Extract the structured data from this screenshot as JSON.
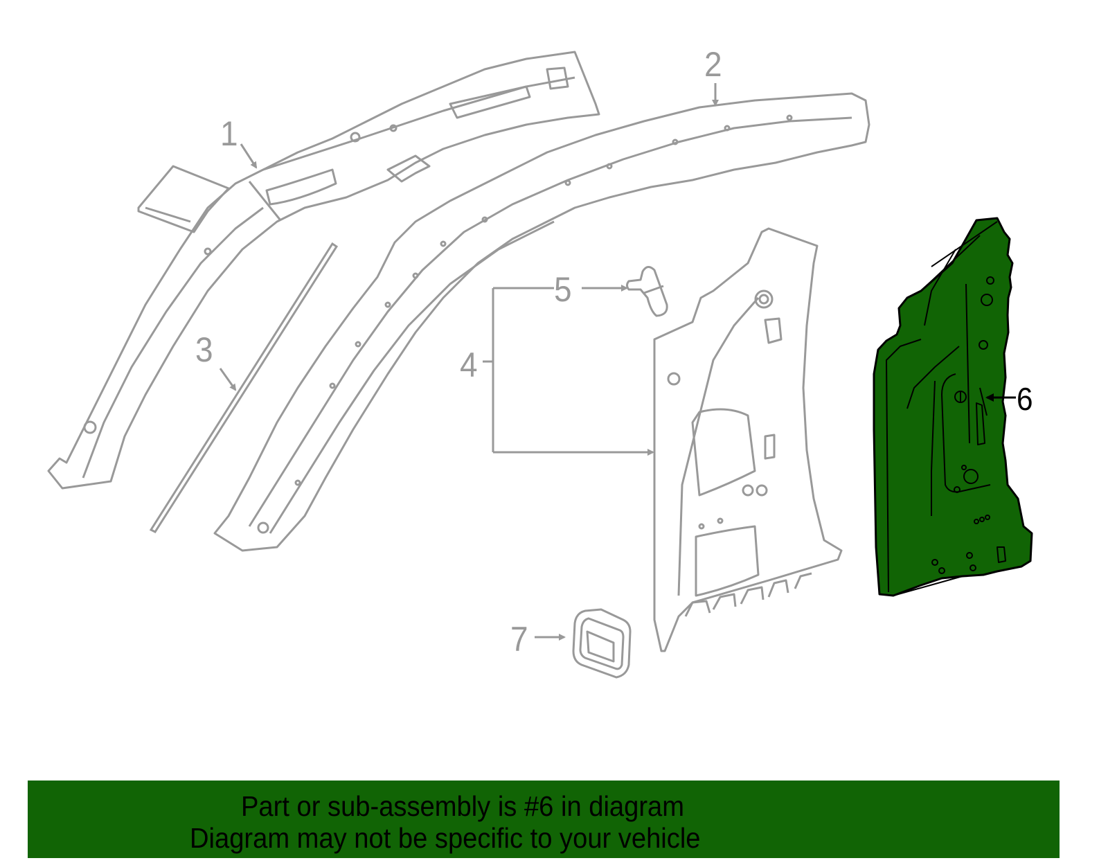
{
  "diagram": {
    "type": "exploded parts diagram",
    "highlighted_part": "6",
    "colors": {
      "outline": "#999999",
      "highlight_fill": "#116405",
      "highlight_outline": "#000000",
      "background": "#ffffff"
    },
    "callouts": [
      {
        "id": "1",
        "label": "1"
      },
      {
        "id": "2",
        "label": "2"
      },
      {
        "id": "3",
        "label": "3"
      },
      {
        "id": "4",
        "label": "4"
      },
      {
        "id": "5",
        "label": "5"
      },
      {
        "id": "6",
        "label": "6"
      },
      {
        "id": "7",
        "label": "7"
      }
    ]
  },
  "banner": {
    "line1": "Part or sub-assembly is #6 in diagram",
    "line2": "Diagram may not be specific to your vehicle",
    "background": "#116405"
  }
}
